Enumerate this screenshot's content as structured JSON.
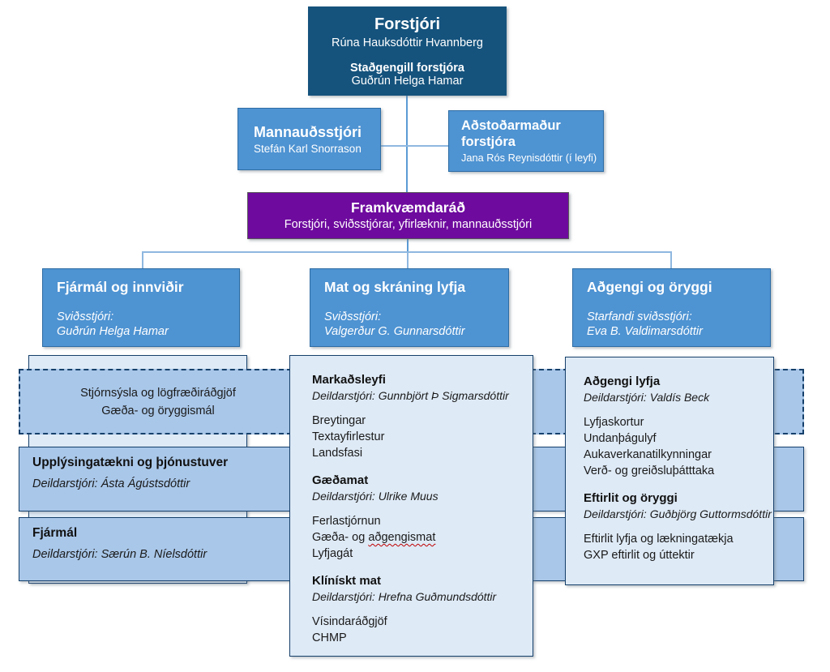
{
  "org": {
    "ceo": {
      "title": "Forstjóri",
      "name": "Rúna Hauksdóttir Hvannberg",
      "deputy_title": "Staðgengill forstjóra",
      "deputy_name": "Guðrún Helga Hamar"
    },
    "hr": {
      "title": "Mannauðsstjóri",
      "name": "Stefán Karl Snorrason"
    },
    "assistant": {
      "title": "Aðstoðarmaður forstjóra",
      "name": "Jana Rós Reynisdóttir (í leyfi)"
    },
    "board": {
      "title": "Framkvæmdaráð",
      "members": "Forstjóri, sviðsstjórar, yfirlæknir, mannauðsstjóri"
    },
    "divisions": [
      {
        "title": "Fjármál og innviðir",
        "role": "Sviðsstjóri:",
        "head": "Guðrún Helga Hamar"
      },
      {
        "title": "Mat og skráning lyfja",
        "role": "Sviðsstjóri:",
        "head": "Valgerður G. Gunnarsdóttir"
      },
      {
        "title": "Aðgengi og öryggi",
        "role": "Starfandi sviðsstjóri:",
        "head": "Eva B. Valdimarsdóttir"
      }
    ],
    "cross_band": {
      "line1": "Stjórnsýsla og lögfræðiráðgjöf",
      "line2": "Gæða- og öryggismál"
    },
    "left_bands": [
      {
        "title": "Upplýsingatækni og þjónustuver",
        "manager": "Deildarstjóri: Ásta Ágústsdóttir"
      },
      {
        "title": "Fjármál",
        "manager": "Deildarstjóri: Særún B. Níelsdóttir"
      }
    ],
    "mid_column": {
      "sections": [
        {
          "title": "Markaðsleyfi",
          "manager": "Deildarstjóri: Gunnbjört Þ Sigmarsdóttir",
          "items": [
            "Breytingar",
            "Textayfirlestur",
            "Landsfasi"
          ]
        },
        {
          "title": "Gæðamat",
          "manager": "Deildarstjóri: Ulrike Muus",
          "items": [
            "Ferlastjórnun",
            "Gæða- og aðgengismat",
            "Lyfjagát"
          ],
          "item1_prefix": "Gæða- og ",
          "item1_misspelled": "aðgengismat"
        },
        {
          "title": "Klínískt mat",
          "manager": "Deildarstjóri: Hrefna Guðmundsdóttir",
          "items": [
            "Vísindaráðgjöf",
            "CHMP"
          ]
        }
      ]
    },
    "right_column": {
      "sections": [
        {
          "title": "Aðgengi lyfja",
          "manager": "Deildarstjóri: Valdís Beck",
          "items": [
            "Lyfjaskortur",
            "Undanþágulyf",
            "Aukaverkanatilkynningar",
            "Verð- og greiðsluþátttaka"
          ]
        },
        {
          "title": "Eftirlit og öryggi",
          "manager": "Deildarstjóri: Guðbjörg Guttormsdóttir",
          "items": [
            "Eftirlit lyfja og lækningatækja",
            "GXP eftirlit og úttektir"
          ]
        }
      ]
    },
    "colors": {
      "dark_blue": "#15537D",
      "medium_blue": "#4E93D2",
      "purple": "#6E0A9E",
      "pale_blue": "#DEEAF6",
      "band_blue": "#A9C7E9",
      "border_navy": "#16406B",
      "connector_blue": "#8FB8E0",
      "spellcheck_red": "#C00000"
    }
  }
}
